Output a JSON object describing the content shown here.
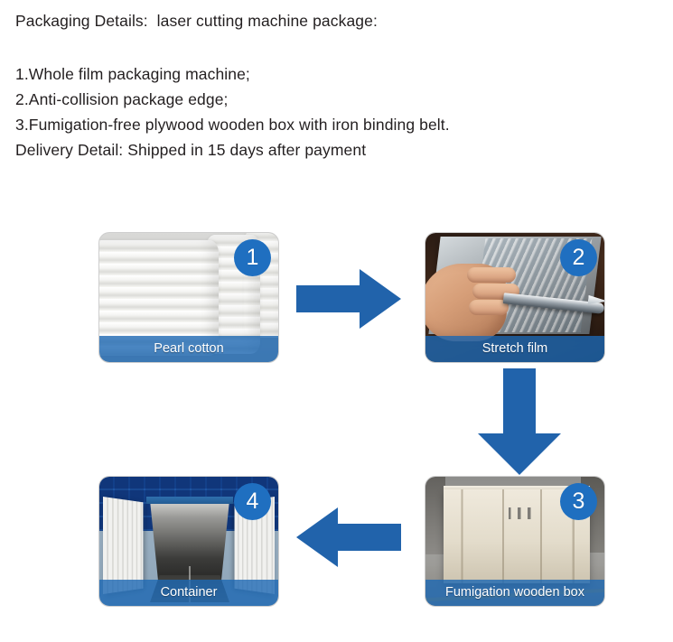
{
  "header": {
    "title": "Packaging Details:  laser cutting machine package:",
    "items": [
      "1.Whole film packaging machine;",
      "2.Anti-collision package edge;",
      "3.Fumigation-free plywood wooden box with iron binding belt.",
      "Delivery Detail: Shipped in 15 days after payment"
    ]
  },
  "diagram": {
    "accent_color": "#1f6fc0",
    "arrow_color": "#2163ab",
    "caption_bg": "rgba(29,104,179,0.80)",
    "steps": [
      {
        "badge": "1",
        "caption": "Pearl cotton",
        "image": "pearl-cotton-rolls-photo"
      },
      {
        "badge": "2",
        "caption": "Stretch film",
        "image": "stretch-film-cutting-photo"
      },
      {
        "badge": "3",
        "caption": "Fumigation wooden box",
        "image": "plywood-crate-photo"
      },
      {
        "badge": "4",
        "caption": "Container",
        "image": "shipping-container-interior-photo"
      }
    ],
    "arrows": [
      {
        "name": "arrow-step1-to-step2",
        "direction": "right"
      },
      {
        "name": "arrow-step2-to-step3",
        "direction": "down"
      },
      {
        "name": "arrow-step3-to-step4",
        "direction": "left"
      }
    ]
  }
}
